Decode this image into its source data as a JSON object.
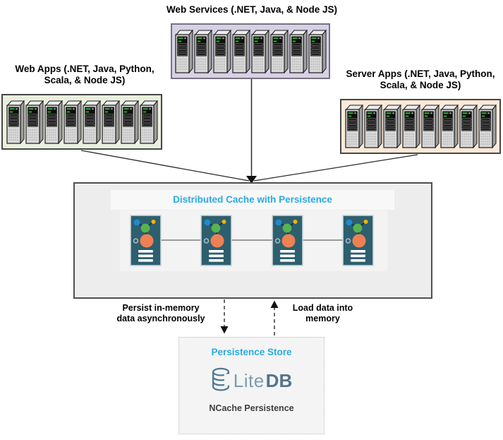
{
  "groups": {
    "web_services": {
      "label": "Web Services (.NET, Java, & Node JS)",
      "server_count": 8,
      "fill": "#d7d1e5"
    },
    "web_apps": {
      "label_line1": "Web Apps (.NET, Java, Python,",
      "label_line2": "Scala, & Node JS)",
      "server_count": 8,
      "fill": "#eaf0dd"
    },
    "server_apps": {
      "label_line1": "Server Apps (.NET, Java, Python,",
      "label_line2": "Scala, & Node JS)",
      "server_count": 8,
      "fill": "#fcead9"
    }
  },
  "cache": {
    "title": "Distributed Cache with Persistence",
    "node_count": 4,
    "title_color": "#29abe2"
  },
  "arrows": {
    "persist_label_line1": "Persist in-memory",
    "persist_label_line2": "data asynchronously",
    "load_label_line1": "Load data into",
    "load_label_line2": "memory"
  },
  "persistence": {
    "title": "Persistence Store",
    "logo_lite": "Lite",
    "logo_db": "DB",
    "caption": "NCache Persistence"
  },
  "icons": {
    "server_tower": "server-tower-icon",
    "cache_node": "cache-node-icon",
    "database_cylinder": "database-cylinder-icon"
  },
  "colors": {
    "accent_cyan": "#29abe2",
    "web_services_fill": "#d7d1e5",
    "web_apps_fill": "#eaf0dd",
    "server_apps_fill": "#fcead9",
    "cache_box_fill": "#ededed",
    "node_teal": "#2d5f6f",
    "node_orange": "#ee8153",
    "node_green": "#57b34d",
    "node_blue": "#1e8bd1",
    "node_yellow": "#f4b303",
    "litedb_slate": "#54748c"
  }
}
